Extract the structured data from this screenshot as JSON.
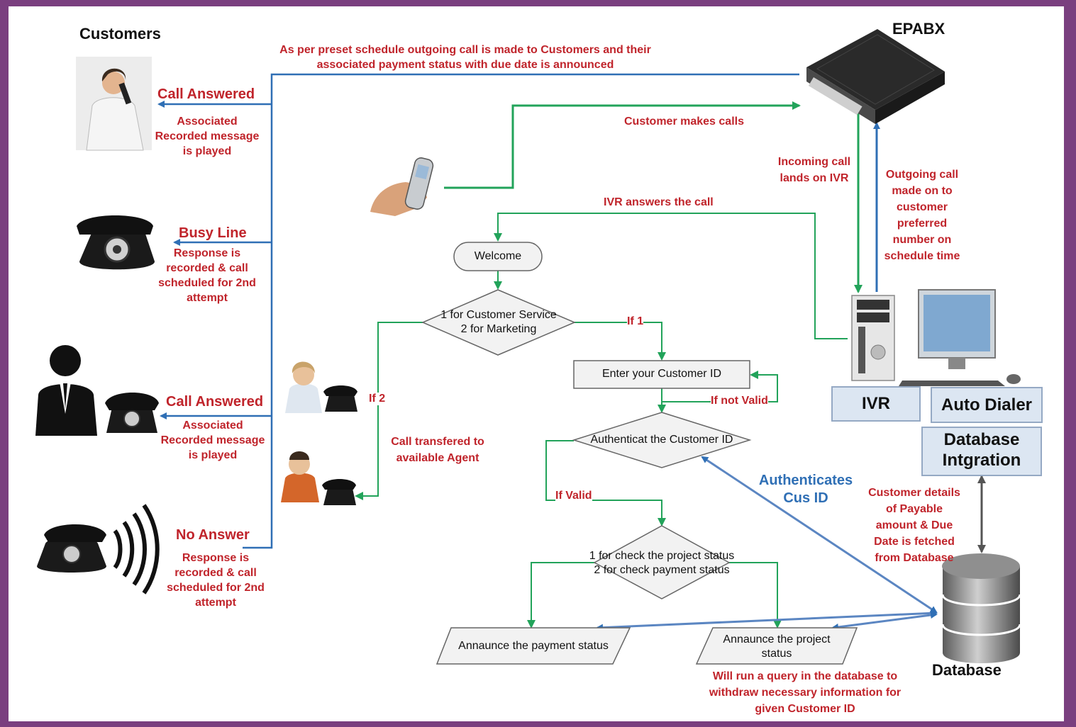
{
  "customers": {
    "title": "Customers",
    "outcomes": [
      {
        "status": "Call Answered",
        "note": "Associated\nRecorded message\nis played",
        "icon": "office-woman-phone-icon"
      },
      {
        "status": "Busy Line",
        "note": "Response is\nrecorded & call\nscheduled for 2nd\nattempt",
        "icon": "rotary-phone-icon"
      },
      {
        "status": "Call Answered",
        "note": "Associated\nRecorded message\nis played",
        "icon": "businessman-silhouette-icon"
      },
      {
        "status": "No Answer",
        "note": "Response is\nrecorded & call\nscheduled for 2nd\nattempt",
        "icon": "ringing-phone-icon"
      }
    ]
  },
  "epabx": {
    "title": "EPABX",
    "icon": "epabx-switch-icon"
  },
  "labels": {
    "outgoing_schedule": "As per preset schedule outgoing call is made to Customers and their\nassociated payment status with due date is announced",
    "customer_makes_calls": "Customer makes calls",
    "incoming_call": "Incoming call\nlands on IVR",
    "outgoing_call": "Outgoing call\nmade on to\ncustomer\npreferred\nnumber on\nschedule time",
    "ivr_answers": "IVR answers the call",
    "call_transfered": "Call transfered to\navailable Agent",
    "if_1": "If 1",
    "if_2": "If 2",
    "if_not_valid": "If not Valid",
    "if_valid": "If Valid",
    "authenticates": "Authenticates\nCus ID",
    "customer_details": "Customer details\nof Payable\namount & Due\nDate is fetched\nfrom Database",
    "query_note": "Will run a query in the database to\nwithdraw necessary information for\ngiven Customer ID"
  },
  "flow": {
    "welcome": "Welcome",
    "menu": "1 for Customer Service\n2 for Marketing",
    "enter_id": "Enter your Customer ID",
    "authenticate": "Authenticat the Customer ID",
    "status_menu": "1 for check the project status\n2 for check payment status",
    "payment_status": "Annaunce the payment status",
    "project_status": "Annaunce the project\nstatus"
  },
  "systems": {
    "ivr": "IVR",
    "auto_dialer": "Auto Dialer",
    "db_integration": "Database\nIntgration",
    "database": "Database"
  },
  "colors": {
    "frame": "#7a3f7f",
    "flow_green": "#22a35a",
    "call_blue": "#2f6fb5",
    "label_red": "#c0242b",
    "box_fill": "#dce6f2"
  }
}
